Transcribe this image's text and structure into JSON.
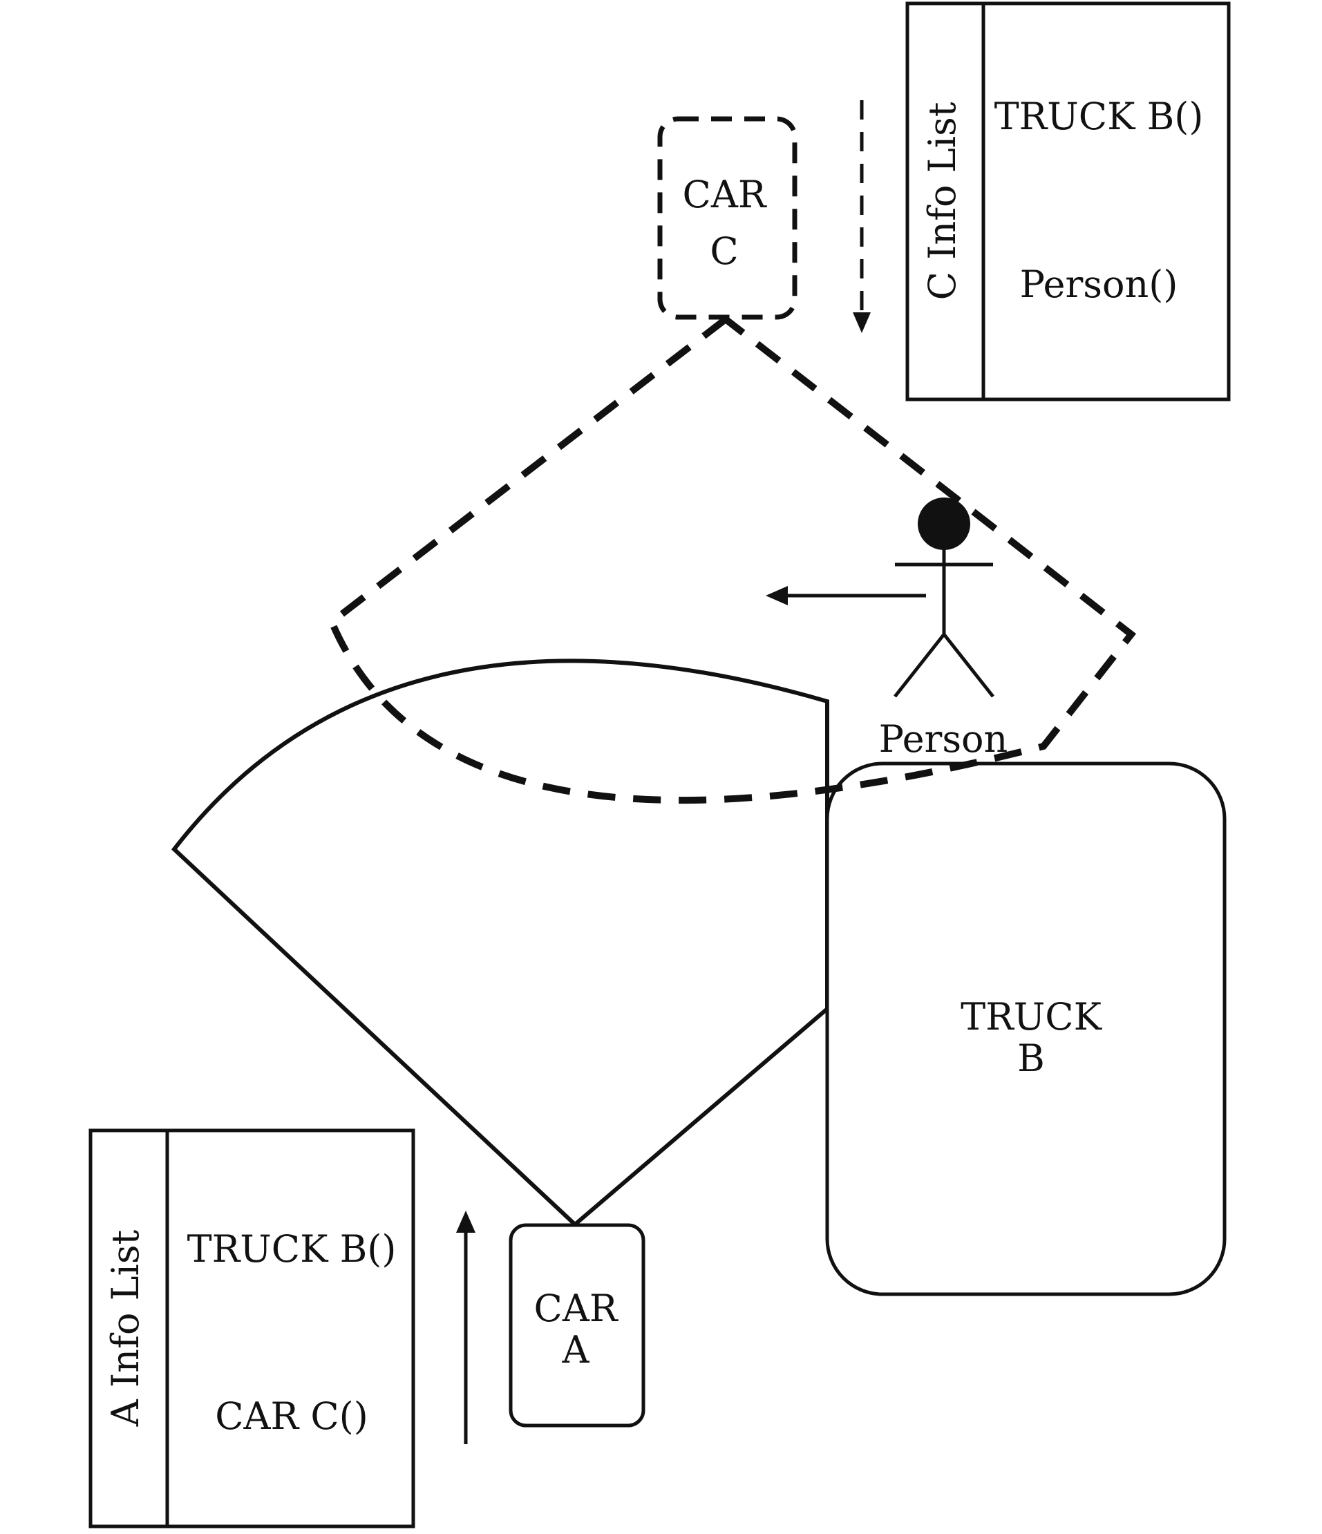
{
  "car_c": {
    "line1": "CAR",
    "line2": "C"
  },
  "c_info_list": {
    "title": "C Info List",
    "items": [
      "TRUCK B()",
      "Person()"
    ]
  },
  "person": {
    "label": "Person"
  },
  "truck_b": {
    "line1": "TRUCK",
    "line2": "B"
  },
  "car_a": {
    "line1": "CAR",
    "line2": "A"
  },
  "a_info_list": {
    "title": "A Info List",
    "items": [
      "TRUCK B()",
      "CAR C()"
    ]
  },
  "colors": {
    "ink": "#111111",
    "background": "#ffffff"
  }
}
